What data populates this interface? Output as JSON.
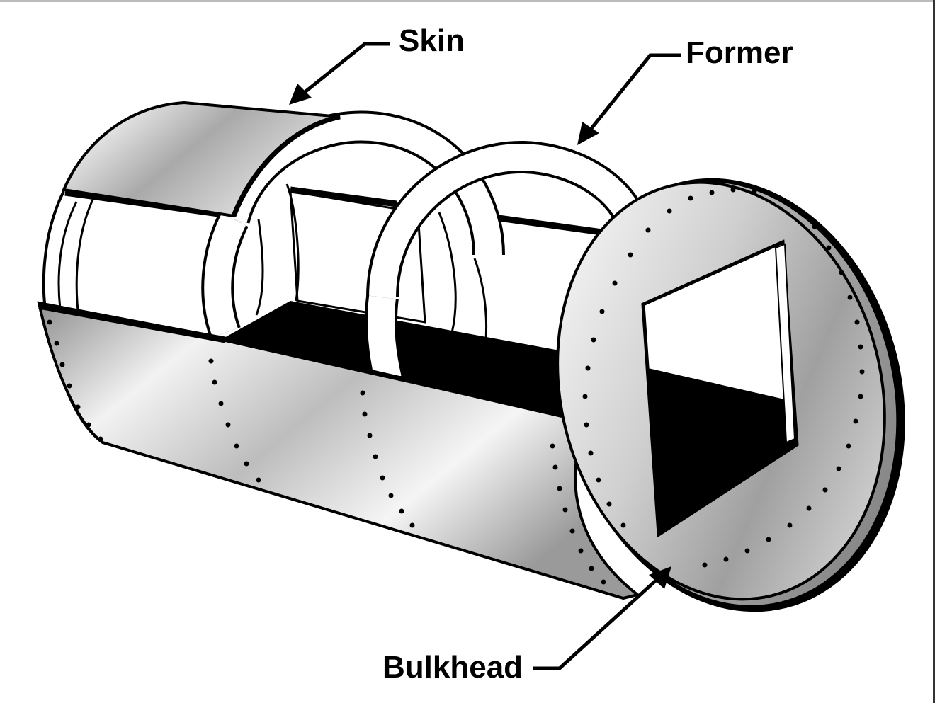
{
  "labels": {
    "skin": "Skin",
    "former": "Former",
    "bulkhead": "Bulkhead"
  },
  "colors": {
    "outline": "#000000",
    "background": "#ffffff",
    "metal_light": "#f4f4f4",
    "metal_dark": "#a8a8a8",
    "interior": "#000000"
  }
}
